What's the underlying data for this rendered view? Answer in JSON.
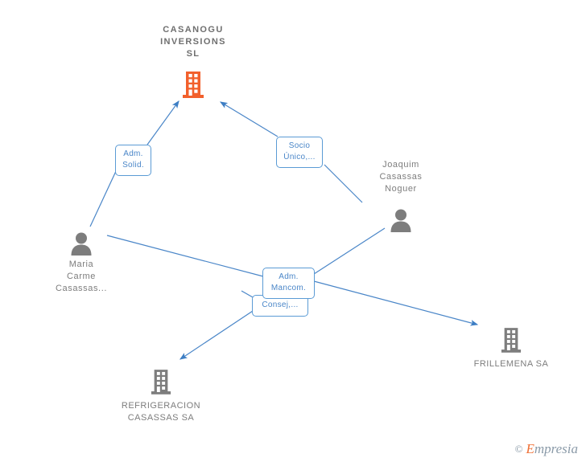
{
  "diagram": {
    "title": "CASANOGU INVERSIONS SL",
    "type": "corporate-relationship-graph",
    "colors": {
      "company_accent": "#f2602c",
      "company_gray": "#7d7d7d",
      "person_gray": "#7d7d7d",
      "edge_blue": "#4a86c8",
      "label_text": "#4a86c8",
      "node_text": "#7d7d7d"
    },
    "nodes": [
      {
        "id": "casanogu",
        "label": "CASANOGU\nINVERSIONS\nSL",
        "kind": "company",
        "icon": "building-icon",
        "accent": true
      },
      {
        "id": "maria",
        "label": "Maria\nCarme\nCasassas...",
        "kind": "person",
        "icon": "person-icon",
        "accent": false
      },
      {
        "id": "joaquim",
        "label": "Joaquim\nCasassas\nNoguer",
        "kind": "person",
        "icon": "person-icon",
        "accent": false
      },
      {
        "id": "refrigeracion",
        "label": "REFRIGERACION\nCASASSAS SA",
        "kind": "company",
        "icon": "building-icon",
        "accent": false
      },
      {
        "id": "frillemena",
        "label": "FRILLEMENA SA",
        "kind": "company",
        "icon": "building-icon",
        "accent": false
      }
    ],
    "edge_labels": [
      {
        "id": "adm-solid",
        "text": "Adm.\nSolid."
      },
      {
        "id": "socio-unico",
        "text": "Socio\nÚnico,..."
      },
      {
        "id": "adm-mancom",
        "text": "Adm.\nMancom."
      },
      {
        "id": "consej",
        "text": "Consej,..."
      }
    ]
  },
  "watermark": {
    "copyright": "©",
    "brand_first": "E",
    "brand_rest": "mpresia"
  }
}
